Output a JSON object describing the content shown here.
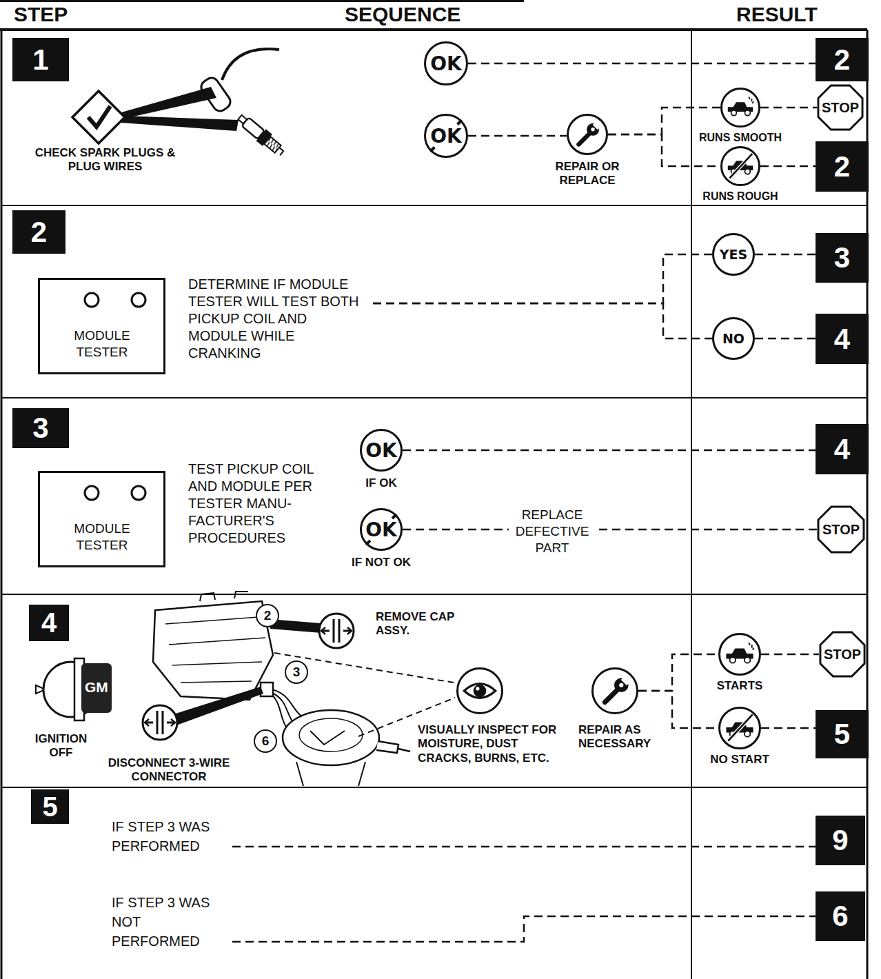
{
  "diagram": {
    "nodes": [
      {
        "text": [
          "1"
        ]
      },
      {
        "text": [
          "OK"
        ]
      },
      {
        "text": [
          "OK"
        ]
      },
      {
        "text": [
          "REPAIR OR REPLACE"
        ]
      },
      {
        "text": [
          "2"
        ]
      },
      {
        "text": [
          "RUNS SMOOTH"
        ]
      },
      {
        "text": [
          "STOP"
        ]
      },
      {
        "text": [
          "RUNS ROUGH"
        ]
      },
      {
        "text": [
          "2"
        ]
      },
      {
        "text": [
          "2"
        ]
      },
      {
        "text": [
          "MODULE TESTER",
          "DETERMINE IF MODULE TESTER WILL TEST BOTH PICKUP COIL AND MODULE WHILE CRANKING"
        ]
      },
      {
        "text": [
          "YES"
        ]
      },
      {
        "text": [
          "NO"
        ]
      },
      {
        "text": [
          "3"
        ]
      },
      {
        "text": [
          "4"
        ]
      },
      {
        "text": [
          "3"
        ]
      },
      {
        "text": [
          "MODULE TESTER",
          "TEST PICKUP COIL AND MODULE PER TESTER MANU- FACTURER'S PROCEDURES"
        ]
      },
      {
        "text": [
          "OK",
          "IF OK"
        ]
      },
      {
        "text": [
          "OK",
          "IF NOT OK"
        ]
      },
      {
        "text": [
          "4"
        ]
      },
      {
        "text": [
          "STOP"
        ]
      },
      {
        "text": [
          "4"
        ]
      },
      {
        "text": [
          "VISUALLY INSPECT FOR MOISTURE, DUST CRACKS, BURNS, ETC."
        ]
      },
      {
        "text": [
          "REPAIR AS NECESSARY"
        ]
      },
      {
        "text": [
          "STARTS"
        ]
      },
      {
        "text": [
          "STOP"
        ]
      },
      {
        "text": [
          "NO START"
        ]
      },
      {
        "text": [
          "5"
        ]
      },
      {
        "text": [
          "5"
        ]
      },
      {
        "text": [
          "IF STEP 3 WAS PERFORMED"
        ]
      },
      {
        "text": [
          "9"
        ]
      },
      {
        "text": [
          "IF STEP 3 WAS NOT PERFORMED"
        ]
      },
      {
        "text": [
          "6"
        ]
      }
    ],
    "edges": [
      {
        "from": 1,
        "to": 4,
        "arrow": "none"
      },
      {
        "from": 2,
        "to": 3,
        "arrow": "none"
      },
      {
        "from": 3,
        "to": 5,
        "arrow": "none"
      },
      {
        "from": 3,
        "to": 7,
        "arrow": "none"
      },
      {
        "from": 5,
        "to": 6,
        "arrow": "none"
      },
      {
        "from": 7,
        "to": 8,
        "arrow": "none"
      },
      {
        "from": 10,
        "to": 11,
        "arrow": "none"
      },
      {
        "from": 10,
        "to": 12,
        "arrow": "none"
      },
      {
        "from": 11,
        "to": 13,
        "arrow": "none"
      },
      {
        "from": 12,
        "to": 14,
        "arrow": "none"
      },
      {
        "from": 17,
        "to": 19,
        "arrow": "none"
      },
      {
        "from": 18,
        "to": 20,
        "label": "REPLACE DEFECTIVE PART",
        "arrow": "none"
      },
      {
        "from": 23,
        "to": 24,
        "arrow": "none"
      },
      {
        "from": 23,
        "to": 26,
        "arrow": "none"
      },
      {
        "from": 24,
        "to": 25,
        "arrow": "none"
      },
      {
        "from": 26,
        "to": 27,
        "arrow": "none"
      },
      {
        "from": 29,
        "to": 30,
        "arrow": "none"
      },
      {
        "from": 31,
        "to": 32,
        "arrow": "none"
      }
    ],
    "labels": [
      "STEP",
      "SEQUENCE",
      "RESULT",
      "CHECK SPARK PLUGS & PLUG WIRES",
      "GM",
      "IGNITION OFF",
      "2",
      "REMOVE CAP ASSY.",
      "3",
      "DISCONNECT 3-WIRE CONNECTOR",
      "6"
    ]
  }
}
